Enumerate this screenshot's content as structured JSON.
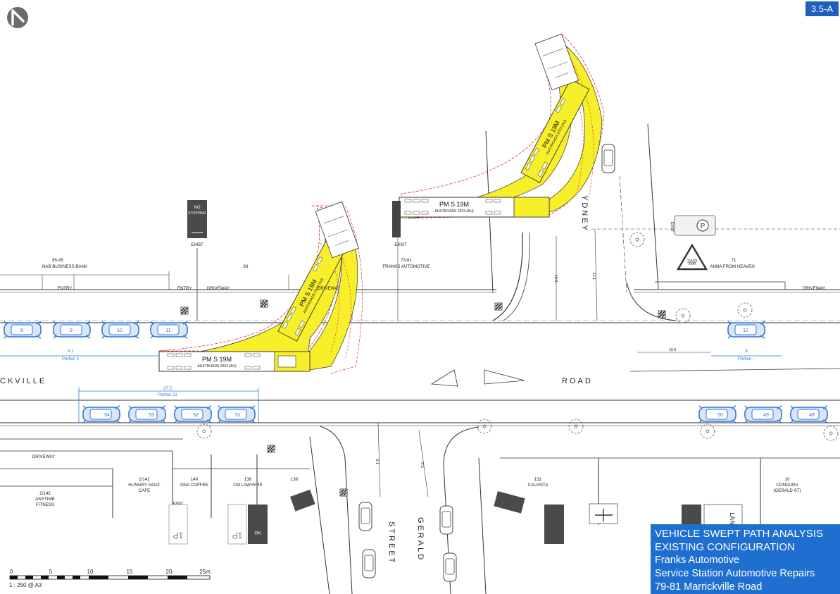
{
  "sheet": {
    "id": "3.5-A"
  },
  "title_block": {
    "line1": "VEHICLE SWEPT PATH ANALYSIS",
    "line2": "EXISTING CONFIGURATION",
    "line3": "Franks Automotive",
    "line4": "Service Station Automotive Repairs",
    "line5": "79-81 Marrickville Road"
  },
  "scale_bar": {
    "ticks": [
      "0",
      "5",
      "10",
      "15",
      "20",
      "25m"
    ],
    "caption": "1 : 250  @  A3"
  },
  "streets": {
    "main_left": "CKVILLE",
    "main_right": "ROAD",
    "sydney": "YDNEY",
    "street": "STREET",
    "gerald": "GERALD"
  },
  "vehicles": [
    {
      "label": "PM S 19M",
      "standard": "AUSTROADS 2023 (AU)"
    }
  ],
  "properties": {
    "nab_no": "85-95",
    "nab_name": "NAB BUSINESS BANK",
    "p83": "83",
    "franks_no": "73-81",
    "franks_name": "FRANKS AUTOMOTIVE",
    "anna_no": "71",
    "anna_name": "ANNA FROM HEAVEN",
    "hungry_no": "1/142",
    "hungry_name1": "HUNGRY GOAT",
    "hungry_name2": "CAFE",
    "ona_no": "140",
    "ona_name": "ONA COFFEE",
    "cm_no": "138",
    "cm_name": "CM LAWYERS",
    "p136": "136",
    "anytime_no": "2/142",
    "anytime_name1": "ANYTIME",
    "anytime_name2": "FITNESS",
    "calvista_no": "132",
    "calvista_name": "CALVISTA",
    "condura_no": "10",
    "condura_name1": "CONDURA",
    "condura_name2": "(GERALD ST)"
  },
  "labels": {
    "entry": "ENTRY",
    "driveway": "DRIVEWAY",
    "exist": "EXIST",
    "no": "NO",
    "stopping": "STOPPING",
    "give": "GIVE",
    "way": "WAY"
  },
  "parking": {
    "north_bays": [
      "8",
      "9",
      "10",
      "11",
      "12"
    ],
    "south_bays": [
      "54",
      "53",
      "52",
      "51",
      "50",
      "49",
      "48"
    ],
    "portion2": "Portion 2",
    "portion_dim": "9.1",
    "portion21": "Portion 21",
    "portion21_dim": "27.5",
    "portion_r": "Portion ..",
    "portion_r_dim": "9"
  },
  "dimensions": {
    "d1": "10.0",
    "d2": "11.1",
    "d3": "10.0",
    "d4": "9.1",
    "d5": "9.5"
  },
  "colors": {
    "swept": "#f7ef2a",
    "envelope": "#e0303a",
    "car": "#2f76d8",
    "title_bg": "#1f6fd0",
    "linework": "#333333"
  },
  "icons": [
    "north-arrow-icon",
    "car-icon",
    "tree-icon",
    "parking-sign-icon",
    "give-way-sign-icon"
  ]
}
